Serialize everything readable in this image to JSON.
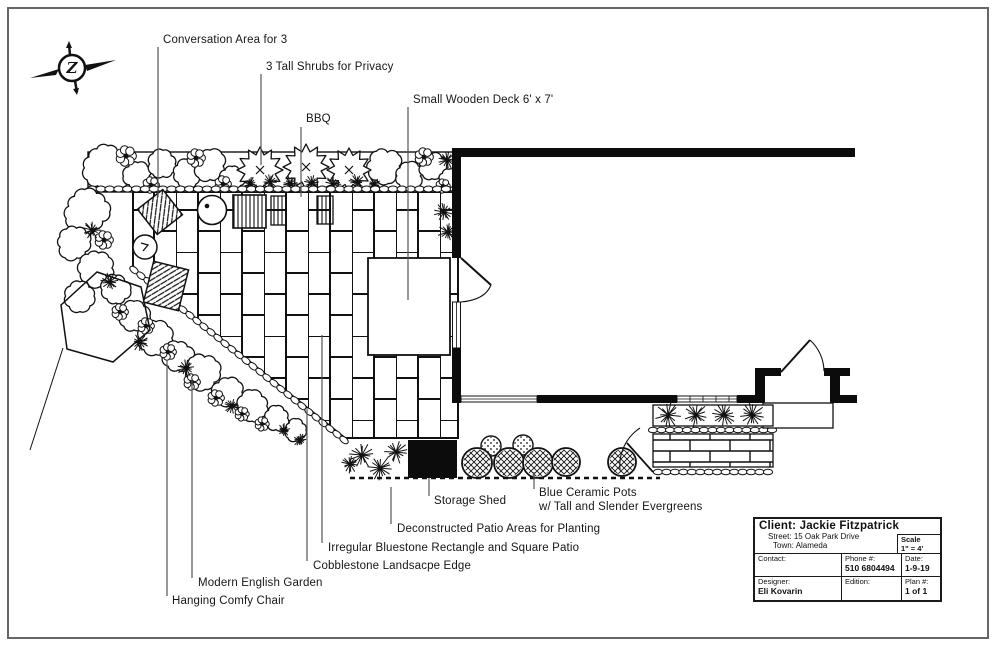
{
  "compass": {
    "letter": "Z"
  },
  "labels": {
    "conversation": "Conversation Area for 3",
    "shrubs": "3 Tall Shrubs for Privacy",
    "bbq": "BBQ",
    "deck": "Small Wooden Deck 6' x 7'",
    "storage_shed": "Storage Shed",
    "pots_line1": "Blue Ceramic Pots",
    "pots_line2": "w/ Tall and Slender Evergreens",
    "deconstructed": "Deconstructed Patio Areas for Planting",
    "bluestone": "Irregular Bluestone Rectangle and Square Patio",
    "cobblestone": "Cobblestone Landsacpe Edge",
    "english_garden": "Modern English Garden",
    "hanging_chair": "Hanging Comfy Chair"
  },
  "titleblock": {
    "client_label": "Client:",
    "client": "Jackie Fitzpatrick",
    "street_label": "Street:",
    "street": "15 Oak Park Drive",
    "town_label": "Town:",
    "town": "Alameda",
    "scale_label": "Scale",
    "scale": "1\" = 4'",
    "contact_label": "Contact:",
    "phone_label": "Phone #:",
    "phone": "510 6804494",
    "date_label": "Date:",
    "date": "1-9-19",
    "designer_label": "Designer:",
    "designer": "Eli Kovarin",
    "edition_label": "Edition:",
    "plan_label": "Plan #:",
    "plan": "1 of 1"
  },
  "colors": {
    "ink": "#111111",
    "leader": "#555555",
    "paper": "#ffffff"
  }
}
